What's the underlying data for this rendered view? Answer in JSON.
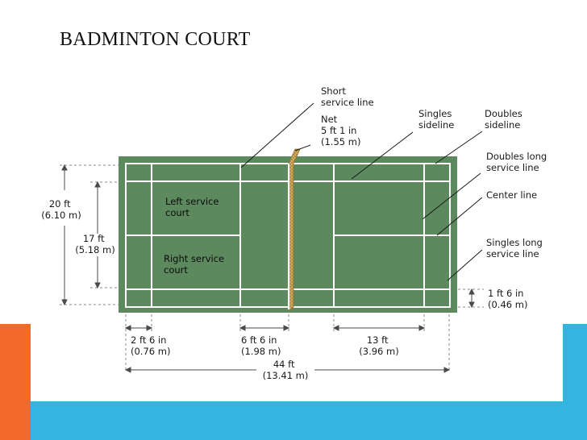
{
  "slide": {
    "title": "BADMINTON COURT",
    "colors": {
      "orange_accent": "#F26A2A",
      "blue_accent": "#33B5E0",
      "court_green": "#5C8A5E",
      "court_lines": "#ffffff",
      "net_color": "#D9B15C"
    }
  },
  "diagram": {
    "labels": {
      "short_service_line": [
        "Short",
        "service line"
      ],
      "net": [
        "Net",
        "5 ft 1 in",
        "(1.55 m)"
      ],
      "singles_sideline": [
        "Singles",
        "sideline"
      ],
      "doubles_sideline": [
        "Doubles",
        "sideline"
      ],
      "doubles_long_service_line": [
        "Doubles long",
        "service line"
      ],
      "center_line": [
        "Center line"
      ],
      "singles_long_service_line": [
        "Singles long",
        "service line"
      ],
      "left_service_court": [
        "Left service",
        "court"
      ],
      "right_service_court": [
        "Right service",
        "court"
      ]
    },
    "dimensions": {
      "width_20ft": [
        "20 ft",
        "(6.10 m)"
      ],
      "width_17ft": [
        "17 ft",
        "(5.18 m)"
      ],
      "gap_1ft6": [
        "1 ft 6 in",
        "(0.46 m)"
      ],
      "gap_2ft6": [
        "2 ft 6 in",
        "(0.76 m)"
      ],
      "gap_6ft6": [
        "6 ft 6 in",
        "(1.98 m)"
      ],
      "len_13ft": [
        "13 ft",
        "(3.96 m)"
      ],
      "len_44ft": [
        "44 ft",
        "(13.41 m)"
      ]
    }
  }
}
